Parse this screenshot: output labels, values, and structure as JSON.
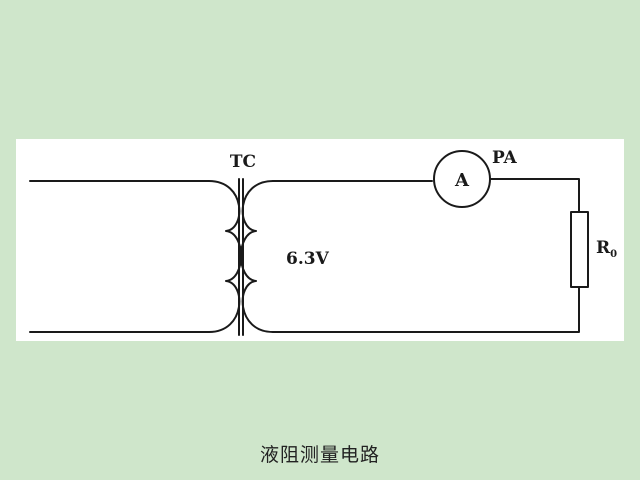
{
  "diagram": {
    "transformer_label": "TC",
    "voltage_label": "6.3V",
    "ammeter_symbol": "A",
    "ammeter_label": "PA",
    "resistor_label_main": "R",
    "resistor_label_sub": "0"
  },
  "caption": "液阻测量电路",
  "colors": {
    "background": "#cfe6cb",
    "panel": "#ffffff",
    "ink": "#1a1a1a"
  }
}
